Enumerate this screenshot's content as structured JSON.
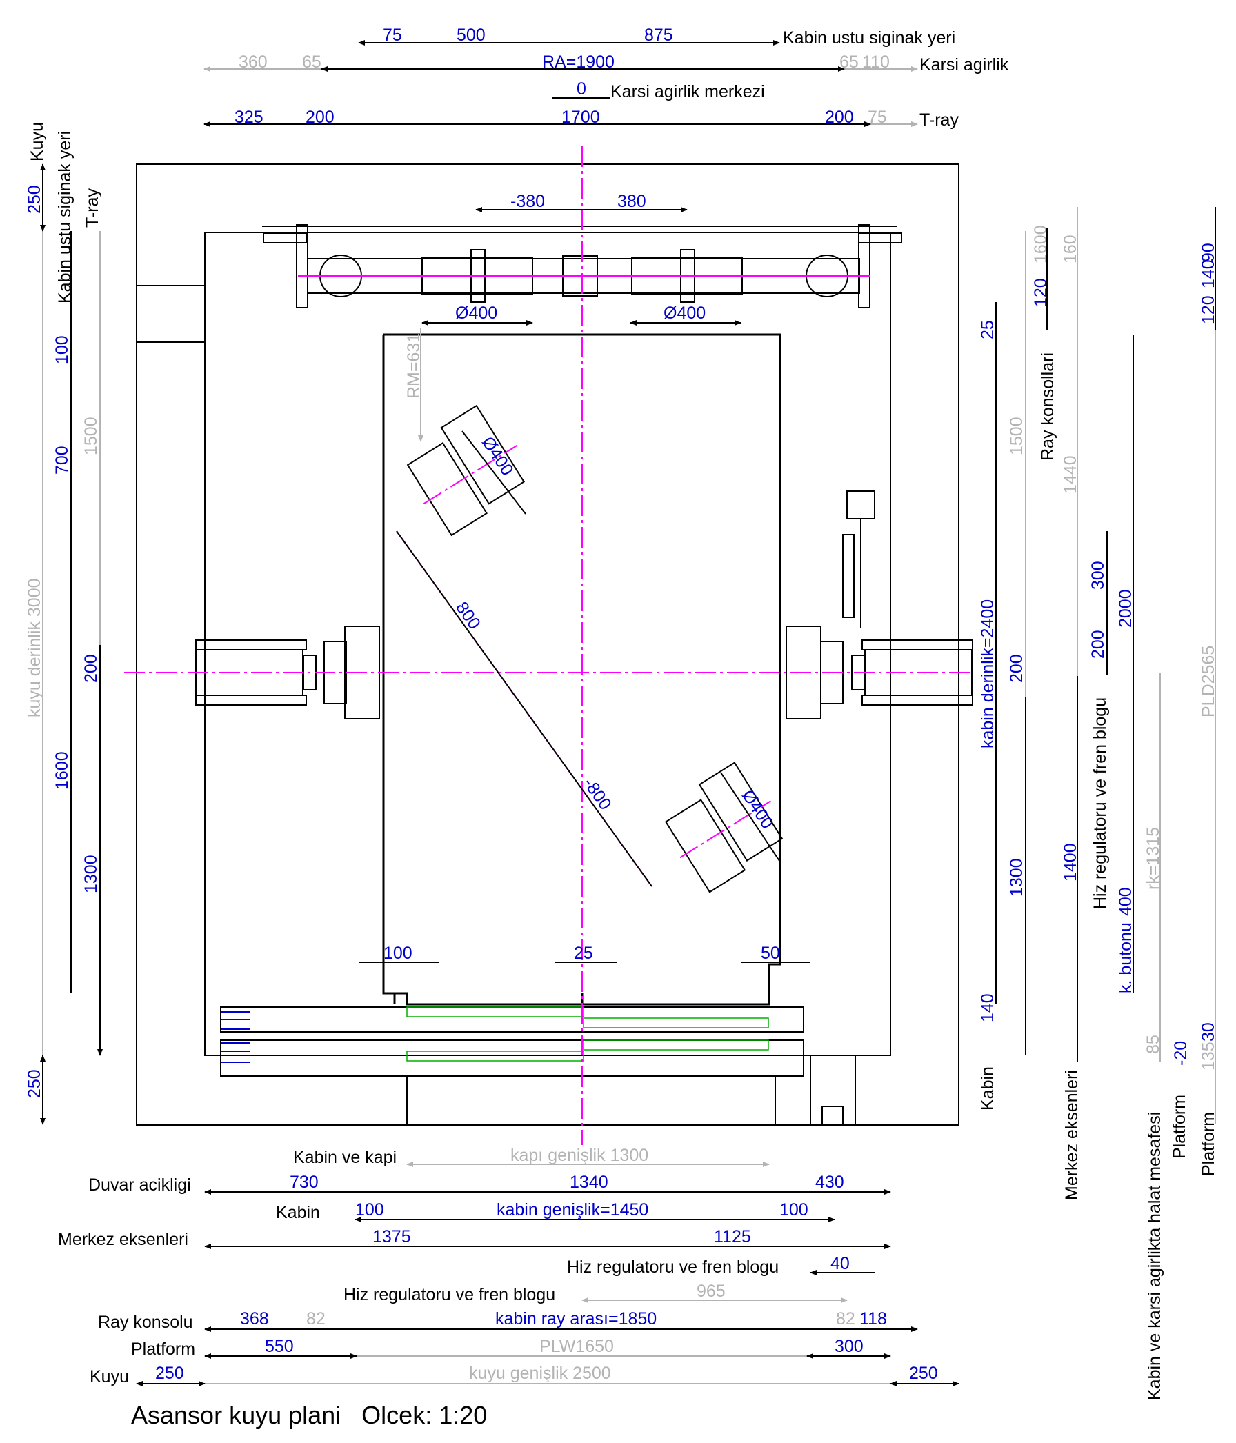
{
  "title": "Asansor kuyu plani   Olcek: 1:20",
  "top": {
    "row1": {
      "v1": "75",
      "v2": "500",
      "v3": "875",
      "label": "Kabin ustu siginak yeri"
    },
    "row2": {
      "v1": "360",
      "v2": "65",
      "v3": "RA=1900",
      "v4": "65",
      "v5": "110",
      "label": "Karsi agirlik"
    },
    "row3": {
      "v1": "0",
      "label": "Karsi agirlik merkezi"
    },
    "row4": {
      "v1": "325",
      "v2": "200",
      "v3": "1700",
      "v4": "200",
      "v5": "75",
      "label": "T-ray"
    }
  },
  "interior": {
    "d1": "-380",
    "d2": "380",
    "d3": "Ø400",
    "d4": "Ø400",
    "rm": "RM=631",
    "d5": "Ø400",
    "d6": "800",
    "d7": "-800",
    "d8": "Ø400",
    "d9": "100",
    "d10": "25",
    "d11": "50"
  },
  "left": {
    "label_kuyu": "Kuyu",
    "label_siginak": "Kabin ustu siginak yeri",
    "label_tray": "T-ray",
    "v250a": "250",
    "v100": "100",
    "v700": "700",
    "v1500": "1500",
    "kuyu_derinlik": "kuyu derinlik 3000",
    "v200": "200",
    "v1600": "1600",
    "v1300": "1300",
    "v250b": "250"
  },
  "right": {
    "v25": "25",
    "v1500": "1500",
    "kabin_derinlik": "kabin derinlik=2400",
    "v200": "200",
    "v1300": "1300",
    "v140": "140",
    "label_kabin": "Kabin",
    "v120": "120",
    "v1600": "1600",
    "v160": "160",
    "label_ray": "Ray konsollari",
    "v1440": "1440",
    "v1400": "1400",
    "label_merkez": "Merkez eksenleri",
    "v300": "300",
    "v2000": "2000",
    "v200b": "200",
    "label_hiz": "Hiz regulatoru ve fren blogu",
    "v400": "400",
    "label_kbutonu": "k. butonu",
    "rk": "rk=1315",
    "v85": "85",
    "label_halat": "Kabin ve karsi agirlikta halat mesafesi",
    "v90": "90",
    "v140b": "140",
    "v120b": "120",
    "pld": "PLD2565",
    "v30": "30",
    "v135": "135",
    "v_neg20": "-20",
    "label_platform1": "Platform",
    "label_platform2": "Platform"
  },
  "bottom": {
    "kabin_kapi": {
      "label": "Kabin ve kapi",
      "v1": "kapı genişlik 1300"
    },
    "duvar": {
      "label": "Duvar acikligi",
      "v1": "730",
      "v2": "1340",
      "v3": "430"
    },
    "kabin": {
      "label": "Kabin",
      "v1": "100",
      "v2": "kabin genişlik=1450",
      "v3": "100"
    },
    "merkez": {
      "label": "Merkez eksenleri",
      "v1": "1375",
      "v2": "1125"
    },
    "hiz1": {
      "label": "Hiz regulatoru ve fren blogu",
      "v1": "40"
    },
    "hiz2": {
      "label": "Hiz regulatoru ve fren blogu",
      "v1": "965"
    },
    "ray": {
      "label": "Ray konsolu",
      "v1": "368",
      "v2": "82",
      "v3": "kabin  ray arası=1850",
      "v4": "82",
      "v5": "118"
    },
    "platform": {
      "label": "Platform",
      "v1": "550",
      "v2": "PLW1650",
      "v3": "300"
    },
    "kuyu": {
      "label": "Kuyu",
      "v1": "250",
      "v2": "kuyu genişlik 2500",
      "v3": "250"
    }
  },
  "colors": {
    "dimension_blue": "#0000cc",
    "reference_gray": "#b3b3b3",
    "axis_magenta": "#ff00ff",
    "door_green": "#00b000"
  }
}
